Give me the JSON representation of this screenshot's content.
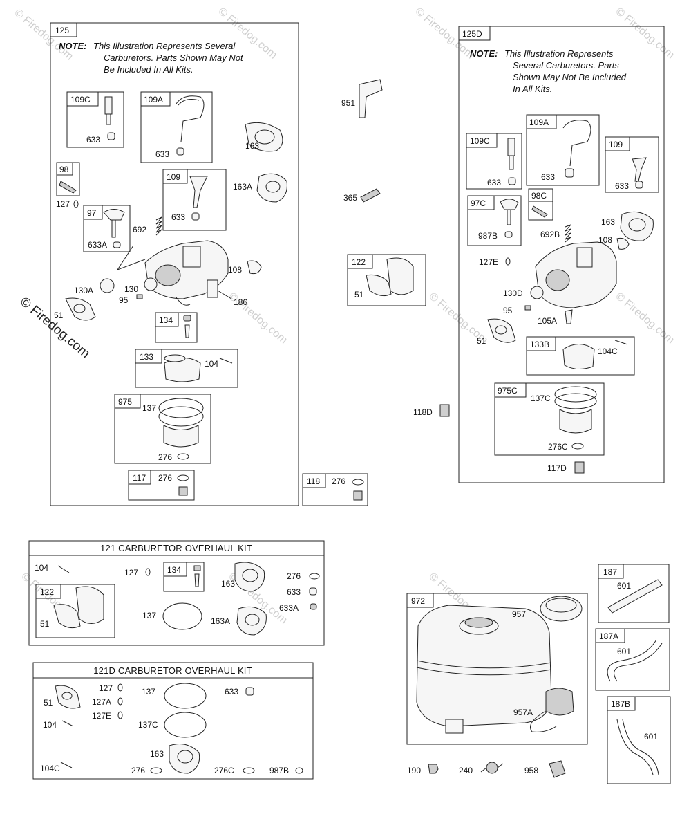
{
  "watermark": {
    "small": "© Firedog.com",
    "big": "© Firedog.com"
  },
  "box125": {
    "tag": "125",
    "note": {
      "bold": "NOTE:",
      "line1": "This Illustration Represents Several",
      "line2": "Carburetors. Parts Shown May Not",
      "line3": "Be Included In All Kits."
    },
    "sub": {
      "b109c": "109C",
      "b109a": "109A",
      "b98": "98",
      "b109": "109",
      "b97": "97",
      "b134": "134",
      "b133": "133",
      "b975": "975",
      "b117": "117"
    },
    "labels": {
      "l633a": "633",
      "l633b": "633",
      "l163": "163",
      "l127": "127",
      "l163a": "163A",
      "l633c": "633",
      "l692": "692",
      "l633A": "633A",
      "l108": "108",
      "l130A": "130A",
      "l130": "130",
      "l95": "95",
      "l186": "186",
      "l51": "51",
      "l104": "104",
      "l137": "137",
      "l276a": "276",
      "l276b": "276"
    }
  },
  "center": {
    "l951": "951",
    "l365": "365",
    "b122": "122",
    "l51": "51",
    "b118": "118",
    "l276": "276",
    "l118D": "118D"
  },
  "box125d": {
    "tag": "125D",
    "note": {
      "bold": "NOTE:",
      "line1": "This Illustration Represents",
      "line2": "Several Carburetors. Parts",
      "line3": "Shown May Not Be Included",
      "line4": "In All Kits."
    },
    "sub": {
      "b109c": "109C",
      "b109a": "109A",
      "b109": "109",
      "b97c": "97C",
      "b98c": "98C",
      "b133b": "133B",
      "b975c": "975C"
    },
    "labels": {
      "l633a": "633",
      "l633b": "633",
      "l633c": "633",
      "l987B": "987B",
      "l692B": "692B",
      "l163": "163",
      "l108": "108",
      "l127E": "127E",
      "l130D": "130D",
      "l95": "95",
      "l105A": "105A",
      "l51": "51",
      "l104C": "104C",
      "l137C": "137C",
      "l276C": "276C",
      "l117D": "117D"
    }
  },
  "kit121": {
    "title": "121 CARBURETOR OVERHAUL KIT",
    "labels": {
      "l104": "104",
      "l127": "127",
      "b134": "134",
      "l163": "163",
      "l276": "276",
      "l633": "633",
      "l633A": "633A",
      "b122": "122",
      "l51": "51",
      "l137": "137",
      "l163A": "163A"
    }
  },
  "kit121d": {
    "title": "121D CARBURETOR OVERHAUL KIT",
    "labels": {
      "l127": "127",
      "l137": "137",
      "l633": "633",
      "l51": "51",
      "l127A": "127A",
      "l127E": "127E",
      "l104": "104",
      "l137C": "137C",
      "l163": "163",
      "l104C": "104C",
      "l276": "276",
      "l276C": "276C",
      "l987B": "987B"
    }
  },
  "tank": {
    "b972": "972",
    "l957": "957",
    "l957A": "957A",
    "l190": "190",
    "l240": "240",
    "l958": "958"
  },
  "fuel": {
    "b187": "187",
    "l601a": "601",
    "b187a": "187A",
    "l601b": "601",
    "b187b": "187B",
    "l601c": "601"
  }
}
